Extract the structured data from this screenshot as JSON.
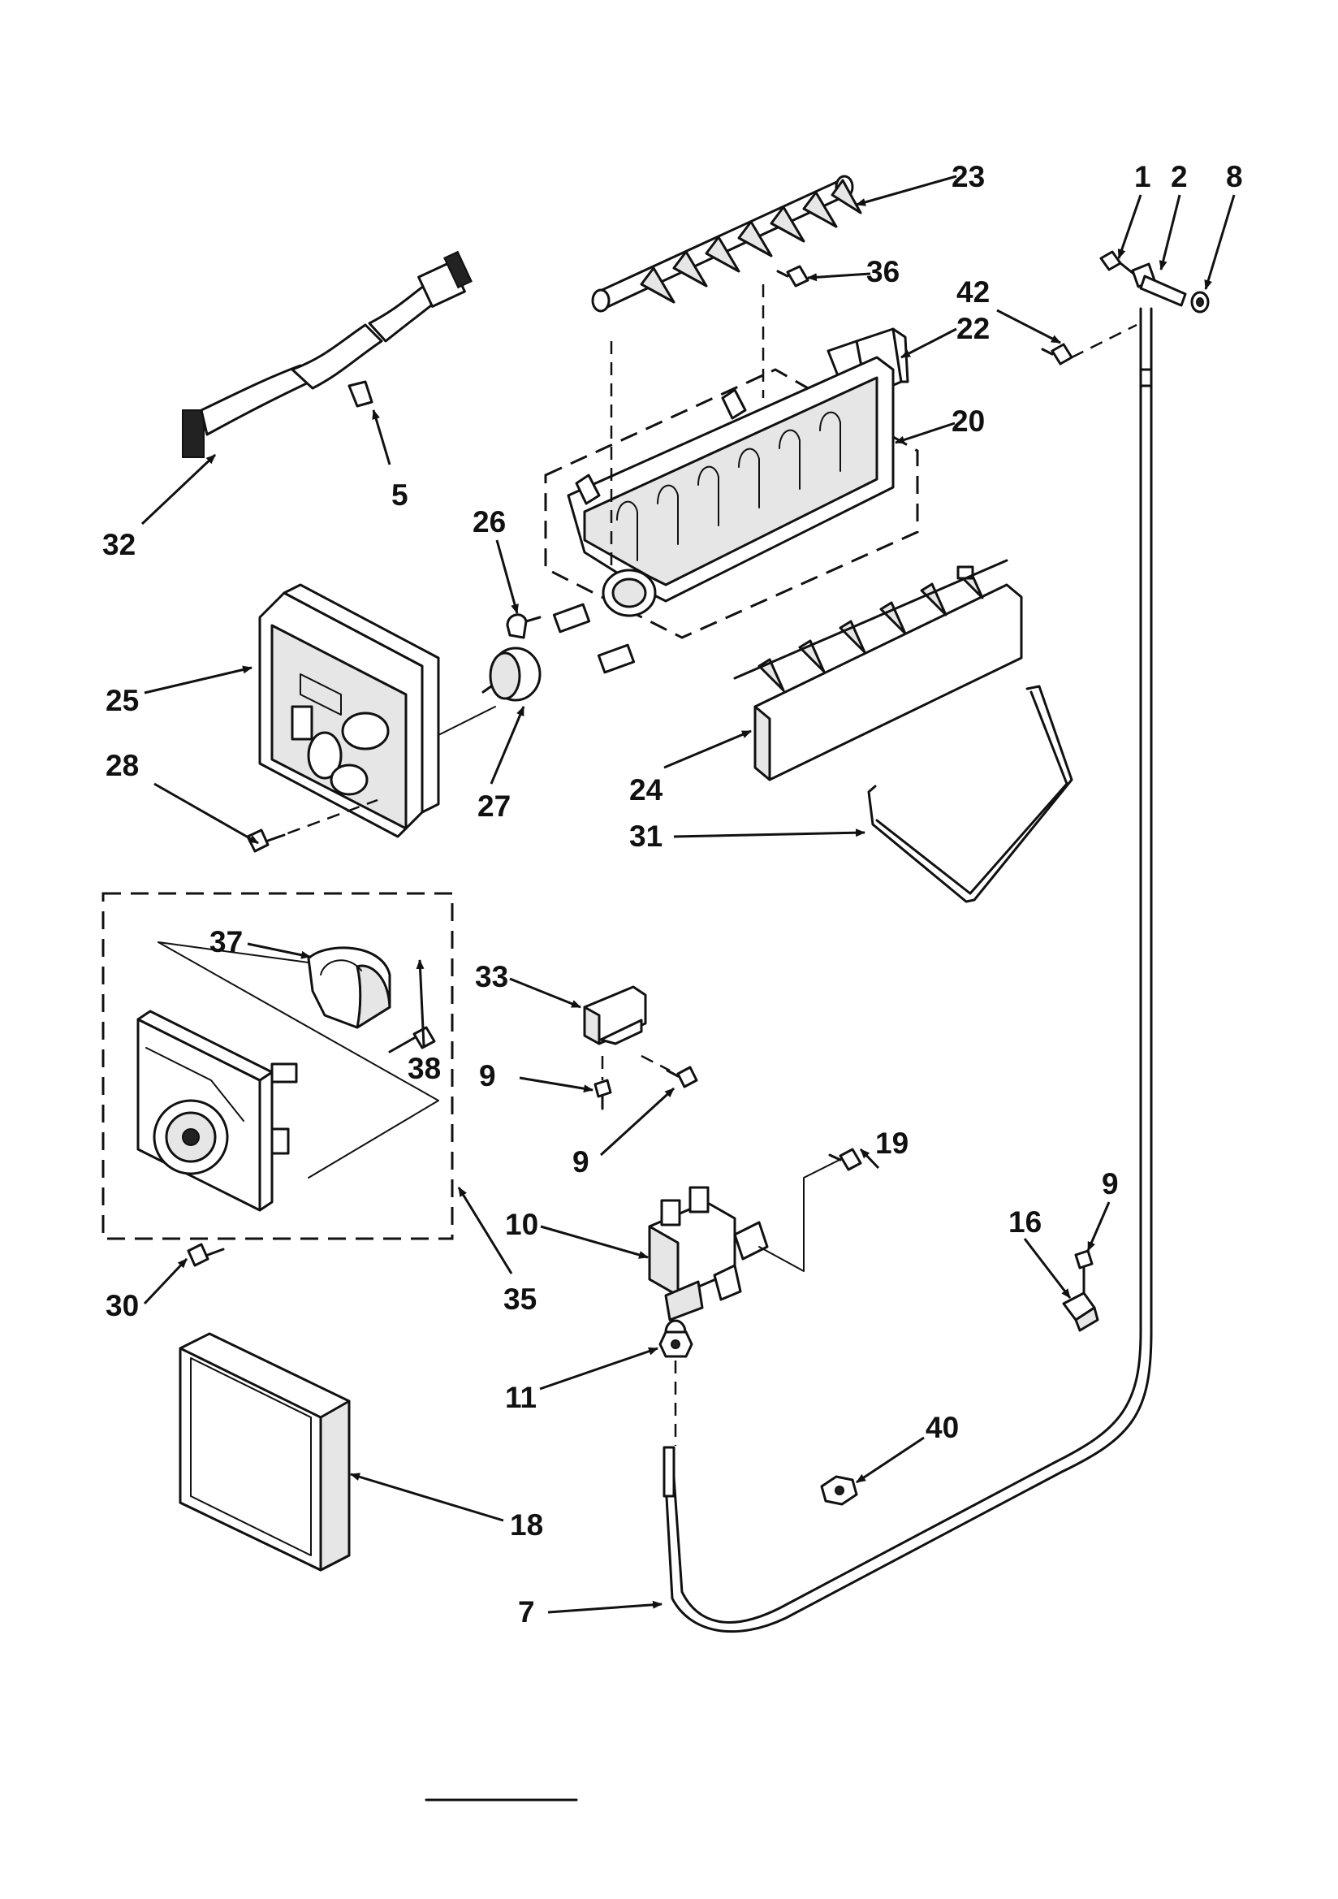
{
  "labels": [
    {
      "id": "lbl-23",
      "text": "23"
    },
    {
      "id": "lbl-1",
      "text": "1"
    },
    {
      "id": "lbl-2",
      "text": "2"
    },
    {
      "id": "lbl-8",
      "text": "8"
    },
    {
      "id": "lbl-36",
      "text": "36"
    },
    {
      "id": "lbl-42",
      "text": "42"
    },
    {
      "id": "lbl-22",
      "text": "22"
    },
    {
      "id": "lbl-20",
      "text": "20"
    },
    {
      "id": "lbl-32",
      "text": "32"
    },
    {
      "id": "lbl-5",
      "text": "5"
    },
    {
      "id": "lbl-26",
      "text": "26"
    },
    {
      "id": "lbl-25",
      "text": "25"
    },
    {
      "id": "lbl-28",
      "text": "28"
    },
    {
      "id": "lbl-27",
      "text": "27"
    },
    {
      "id": "lbl-24",
      "text": "24"
    },
    {
      "id": "lbl-31",
      "text": "31"
    },
    {
      "id": "lbl-37",
      "text": "37"
    },
    {
      "id": "lbl-33",
      "text": "33"
    },
    {
      "id": "lbl-38",
      "text": "38"
    },
    {
      "id": "lbl-9a",
      "text": "9"
    },
    {
      "id": "lbl-9b",
      "text": "9"
    },
    {
      "id": "lbl-19",
      "text": "19"
    },
    {
      "id": "lbl-9c",
      "text": "9"
    },
    {
      "id": "lbl-16",
      "text": "16"
    },
    {
      "id": "lbl-10",
      "text": "10"
    },
    {
      "id": "lbl-30",
      "text": "30"
    },
    {
      "id": "lbl-35",
      "text": "35"
    },
    {
      "id": "lbl-11",
      "text": "11"
    },
    {
      "id": "lbl-40",
      "text": "40"
    },
    {
      "id": "lbl-18",
      "text": "18"
    },
    {
      "id": "lbl-7",
      "text": "7"
    }
  ]
}
